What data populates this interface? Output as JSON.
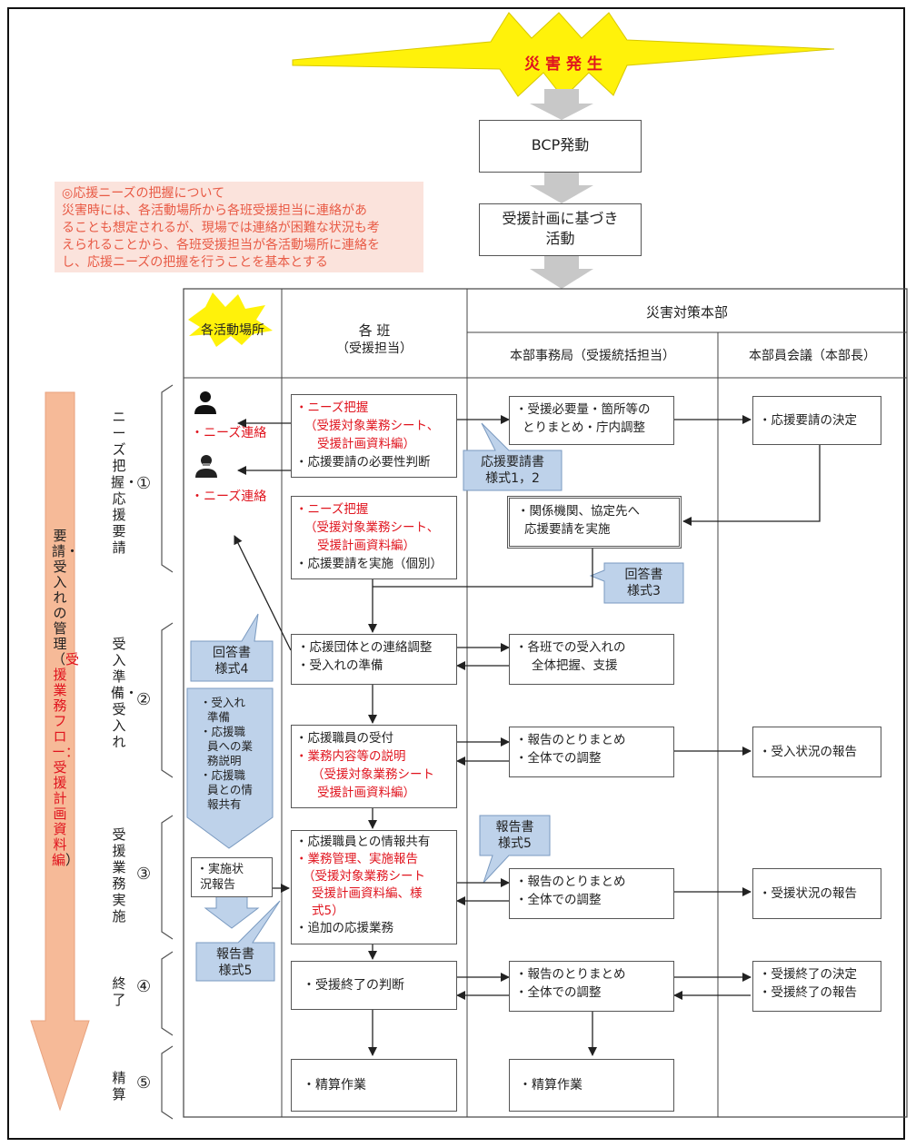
{
  "top": {
    "burst_label": "災 害 発 生",
    "bcp": "BCP発動",
    "plan_line1": "受援計画に基づき",
    "plan_line2": "活動"
  },
  "note": {
    "title": "◎応援ニーズの把握について",
    "lines": [
      "災害時には、各活動場所から各班受援担当に連絡があ",
      "ることも想定されるが、現場では連絡が困難な状況も考",
      "えられることから、各班受援担当が各活動場所に連絡を",
      "し、応援ニーズの把握を行うことを基本とする"
    ]
  },
  "header": {
    "sites": "各活動場所",
    "team_line1": "各 班",
    "team_line2": "（受援担当）",
    "hq": "災害対策本部",
    "secretariat": "本部事務局（受援統括担当）",
    "council": "本部員会議（本部長）"
  },
  "side_arrow": {
    "black": "要請・受入れの管理（",
    "red": "受援業務フロー：受援計画資料編",
    "close": "）"
  },
  "phases": [
    {
      "num": "①",
      "label": "ニーズ把握・応援要請"
    },
    {
      "num": "②",
      "label": "受入準備・受入れ"
    },
    {
      "num": "③",
      "label": "受援業務実施"
    },
    {
      "num": "④",
      "label": "終了"
    },
    {
      "num": "⑤",
      "label": "精算"
    }
  ],
  "sites_col": {
    "needs_contact_1": "・ニーズ連絡",
    "needs_contact_2": "・ニーズ連絡",
    "tasks": [
      "・受入れ",
      "準備",
      "・応援職",
      "員への業",
      "務説明",
      "・応援職",
      "員との情",
      "報共有"
    ],
    "status_1": "・実施状",
    "status_2": "況報告"
  },
  "callouts": {
    "request_form_1": "応援要請書",
    "request_form_2": "様式1，2",
    "reply3_1": "回答書",
    "reply3_2": "様式3",
    "reply4_1": "回答書",
    "reply4_2": "様式4",
    "report5a_1": "報告書",
    "report5a_2": "様式5",
    "report5b_1": "報告書",
    "report5b_2": "様式5"
  },
  "team_boxes": {
    "b1": [
      "・ニーズ把握",
      "（受援対象業務シート、",
      "受援計画資料編）",
      "・応援要請の必要性判断"
    ],
    "b2": [
      "・ニーズ把握",
      "（受援対象業務シート、",
      "受援計画資料編）",
      "・応援要請を実施（個別）"
    ],
    "b3": [
      "・応援団体との連絡調整",
      "・受入れの準備"
    ],
    "b4": [
      "・応援職員の受付",
      "・業務内容等の説明",
      "（受援対象業務シート",
      "受援計画資料編）"
    ],
    "b5": [
      "・応援職員との情報共有",
      "・業務管理、実施報告",
      "（受援対象業務シート",
      "受援計画資料編、様",
      "式5）",
      "・追加の応援業務"
    ],
    "b6": "・受援終了の判断",
    "b7": "・精算作業"
  },
  "secretariat_boxes": {
    "s1": [
      "・受援必要量・箇所等の",
      "とりまとめ・庁内調整"
    ],
    "s2": [
      "・関係機関、協定先へ",
      "応援要請を実施"
    ],
    "s3": [
      "・各班での受入れの",
      "全体把握、支援"
    ],
    "s4": [
      "・報告のとりまとめ",
      "・全体での調整"
    ],
    "s5": [
      "・報告のとりまとめ",
      "・全体での調整"
    ],
    "s6": [
      "・報告のとりまとめ",
      "・全体での調整"
    ],
    "s7": "・精算作業"
  },
  "council_boxes": {
    "c1": "・応援要請の決定",
    "c2": "・受入状況の報告",
    "c3": "・受援状況の報告",
    "c4": [
      "・受援終了の決定",
      "・受援終了の報告"
    ]
  },
  "colors": {
    "red": "#e0141e",
    "callout_blue": "#bed2ea",
    "arrow_orange": "#f6ba98",
    "burst_yellow": "#fff20a",
    "note_bg": "#fbe3dc"
  }
}
